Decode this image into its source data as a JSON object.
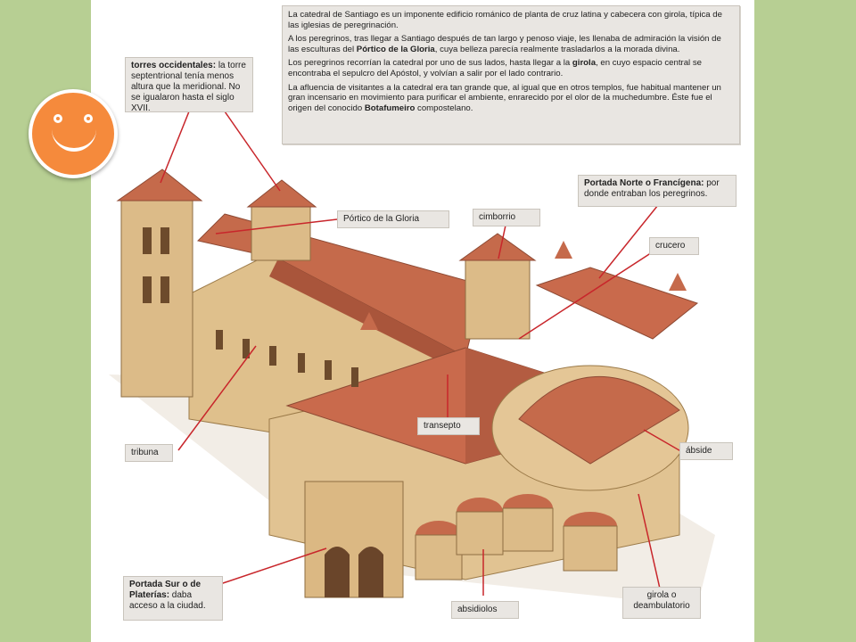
{
  "colors": {
    "background": "#b7cf93",
    "page": "#ffffff",
    "callout_fill": "#e9e6e2",
    "leader_line": "#c8262b",
    "roof": "#c96a4c",
    "stone": "#e1c392",
    "smiley": "#f58a3c"
  },
  "intro": {
    "p1": "La catedral de Santiago es un imponente edificio románico de planta de cruz latina y cabecera con girola, típica de las iglesias de peregrinación.",
    "p2_a": "A los peregrinos, tras llegar a Santiago después de tan largo y penoso viaje, les llenaba de admiración la visión de las esculturas del ",
    "p2_b": "Pórtico de la Gloria",
    "p2_c": ", cuya belleza parecía realmente trasladarlos a la morada divina.",
    "p3_a": "Los peregrinos recorrían la catedral por uno de sus lados, hasta llegar a la ",
    "p3_b": "girola",
    "p3_c": ", en cuyo espacio central se encontraba el sepulcro del Apóstol, y volvían a salir por el lado contrario.",
    "p4_a": "La afluencia de visitantes a la catedral era tan grande que, al igual que en otros templos, fue habitual mantener un gran incensario en movimiento para purificar el ambiente, enrarecido por el olor de la muchedumbre. Éste fue el origen del conocido ",
    "p4_b": "Botafumeiro",
    "p4_c": " compostelano."
  },
  "labels": {
    "torres_title": "torres occidentales:",
    "torres_text": " la torre septentrional tenía menos altura que la meridional. No se igualaron hasta el siglo XVII.",
    "portico": "Pórtico de la Gloria",
    "cimborrio": "cimborrio",
    "norte_title": "Portada Norte o Francígena:",
    "norte_text": " por donde entraban los peregrinos.",
    "crucero": "crucero",
    "transepto": "transepto",
    "tribuna": "tribuna",
    "abside": "ábside",
    "sur_title": "Portada Sur o de Platerías:",
    "sur_text": " daba acceso a la ciudad.",
    "absidiolos": "absidiolos",
    "girola": "girola o deambulatorio"
  },
  "smiley": {
    "icon": "smiley-face-icon"
  }
}
